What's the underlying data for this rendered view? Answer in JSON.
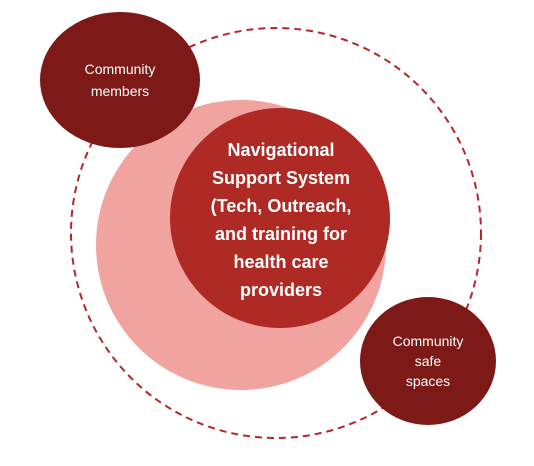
{
  "diagram": {
    "colors": {
      "dashed_ring": "#b5262a",
      "crescent": "#f0a39f",
      "center_circle": "#b02a25",
      "outer_node": "#7d1a18",
      "text": "#ffffff"
    },
    "center_node": {
      "label": "Navigational\nSupport System\n(Tech, Outreach,\nand training for\nhealth care\nproviders"
    },
    "community_members_node": {
      "label": "Community\nmembers"
    },
    "community_spaces_node": {
      "label": "Community\nsafe\nspaces"
    }
  }
}
